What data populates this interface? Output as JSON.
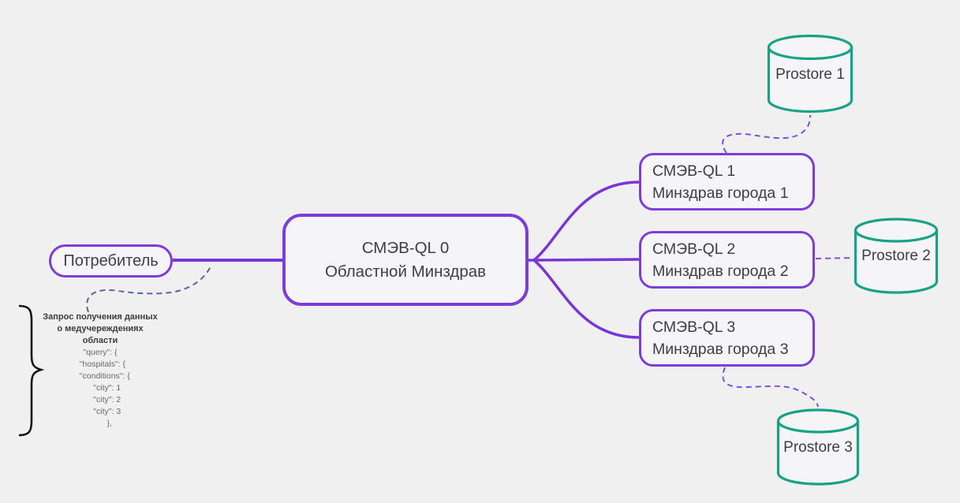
{
  "diagram": {
    "consumer": {
      "label": "Потребитель"
    },
    "central": {
      "line1": "СМЭВ-QL 0",
      "line2": "Областной Минздрав"
    },
    "nodes": [
      {
        "line1": "СМЭВ-QL 1",
        "line2": "Минздрав города 1"
      },
      {
        "line1": "СМЭВ-QL 2",
        "line2": "Минздрав города 2"
      },
      {
        "line1": "СМЭВ-QL 3",
        "line2": "Минздрав города 3"
      }
    ],
    "datastores": [
      {
        "label": "Prostore 1"
      },
      {
        "label": "Prostore 2"
      },
      {
        "label": "Prostore 3"
      }
    ],
    "annotation": {
      "lines": [
        "Запрос получения данных",
        "о медучереждениях",
        "области",
        "\"query\": {",
        "  \"hospitals\": {",
        "    \"conditions\": {",
        "      \"city\": 1",
        "      \"city\": 2",
        "      \"city\": 3",
        "        },"
      ]
    },
    "colors": {
      "accent_purple": "#7c3ddb",
      "connector_purple": "#7a35d6",
      "dashed_purple": "#8150d8",
      "dashed_blue": "#5565ab",
      "datastore_teal": "#18a286",
      "background": "#f0f0f0",
      "text": "#3f3f3f"
    }
  }
}
